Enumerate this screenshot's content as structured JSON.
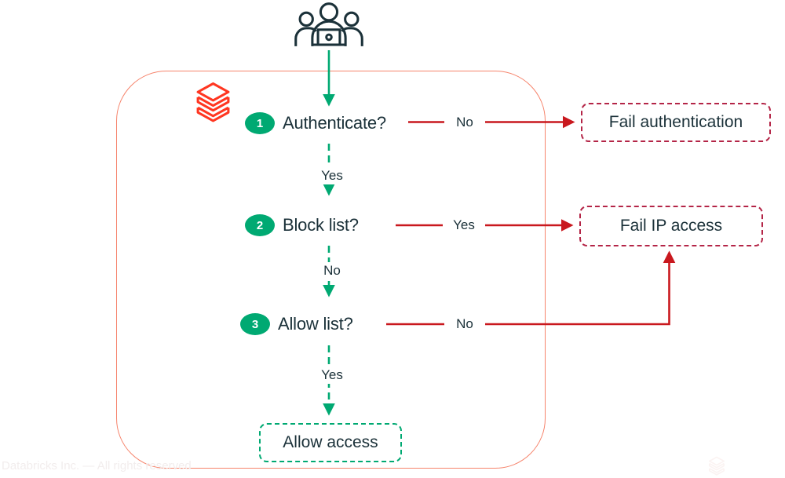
{
  "diagram": {
    "type": "flowchart",
    "topic": "IP access / authentication decision flow"
  },
  "colors": {
    "green": "#00a972",
    "arrow_red": "#c9181e",
    "fail_box_border": "#b42547",
    "frame_border": "#f6846c",
    "text_navy": "#1b3139",
    "databricks_logo_red": "#ff3621",
    "watermark_text": "#f2eded"
  },
  "icons": {
    "users": "users-group-icon",
    "brand": "databricks-logo-icon"
  },
  "steps": [
    {
      "number": "1",
      "question": "Authenticate?",
      "branch": {
        "label": "No",
        "target": "Fail authentication"
      },
      "next_label": "Yes"
    },
    {
      "number": "2",
      "question": "Block list?",
      "branch": {
        "label": "Yes",
        "target": "Fail IP access"
      },
      "next_label": "No"
    },
    {
      "number": "3",
      "question": "Allow list?",
      "branch": {
        "label": "No",
        "target": "Fail IP access"
      },
      "next_label": "Yes"
    }
  ],
  "outcomes": {
    "fail_auth": "Fail authentication",
    "fail_ip": "Fail IP access",
    "allow": "Allow access"
  },
  "footer": {
    "copyright": "Databricks Inc. — All rights reserved"
  }
}
